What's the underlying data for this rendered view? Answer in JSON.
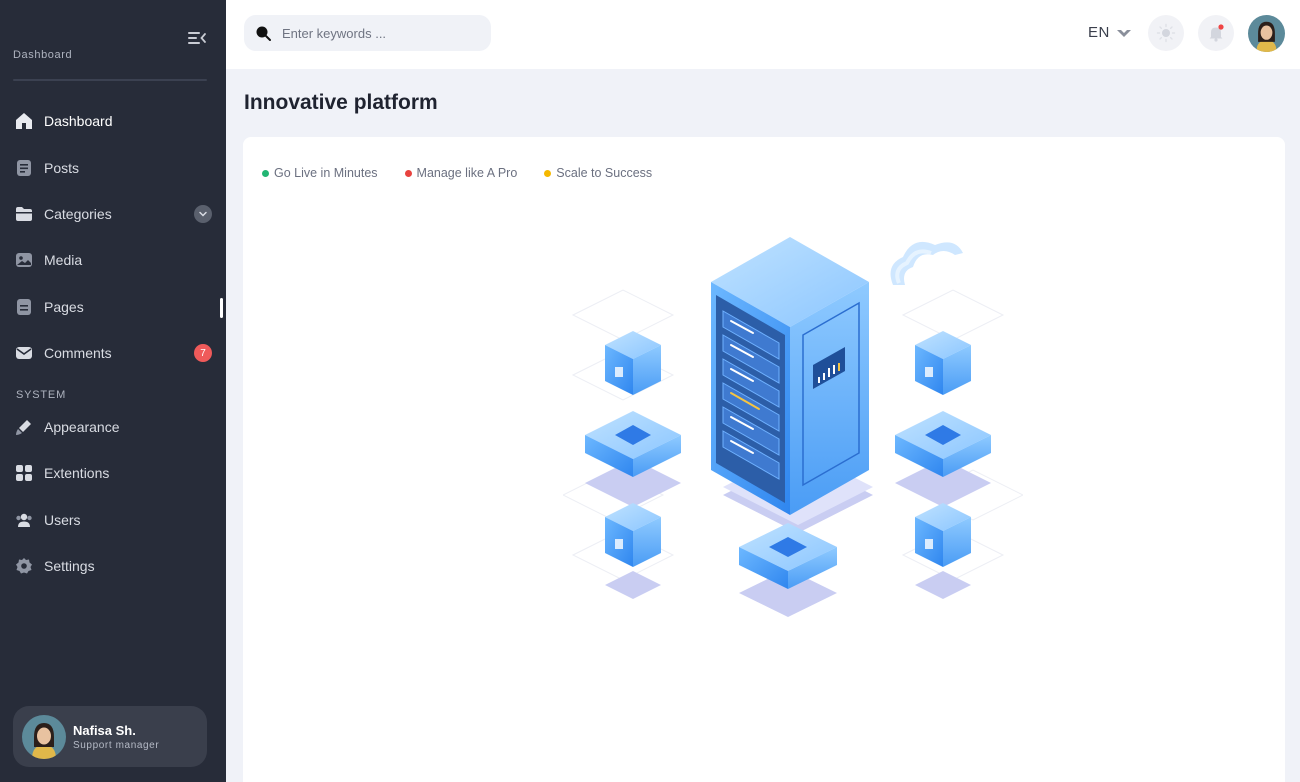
{
  "sidebar": {
    "brand": "Dashboard",
    "items": [
      {
        "label": "Dashboard",
        "icon": "home-icon"
      },
      {
        "label": "Posts",
        "icon": "document-icon"
      },
      {
        "label": "Categories",
        "icon": "folder-icon"
      },
      {
        "label": "Media",
        "icon": "image-icon"
      },
      {
        "label": "Pages",
        "icon": "page-icon"
      },
      {
        "label": "Comments",
        "icon": "mail-icon",
        "badge": "7"
      }
    ],
    "section_label": "SYSTEM",
    "system_items": [
      {
        "label": "Appearance",
        "icon": "brush-icon"
      },
      {
        "label": "Extentions",
        "icon": "grid-icon"
      },
      {
        "label": "Users",
        "icon": "users-icon"
      },
      {
        "label": "Settings",
        "icon": "gear-icon"
      }
    ],
    "user": {
      "name": "Nafisa Sh.",
      "role": "Support manager"
    }
  },
  "topbar": {
    "search_placeholder": "Enter keywords ...",
    "language": "EN"
  },
  "main": {
    "title": "Innovative platform",
    "legend": [
      {
        "label": "Go Live in Minutes",
        "color": "#22b573"
      },
      {
        "label": "Manage like A Pro",
        "color": "#e8433f"
      },
      {
        "label": "Scale to Success",
        "color": "#f5b800"
      }
    ]
  },
  "colors": {
    "sidebar_bg": "#272c39",
    "accent_blue": "#3d8ef5",
    "badge_red": "#ef5a5a"
  }
}
